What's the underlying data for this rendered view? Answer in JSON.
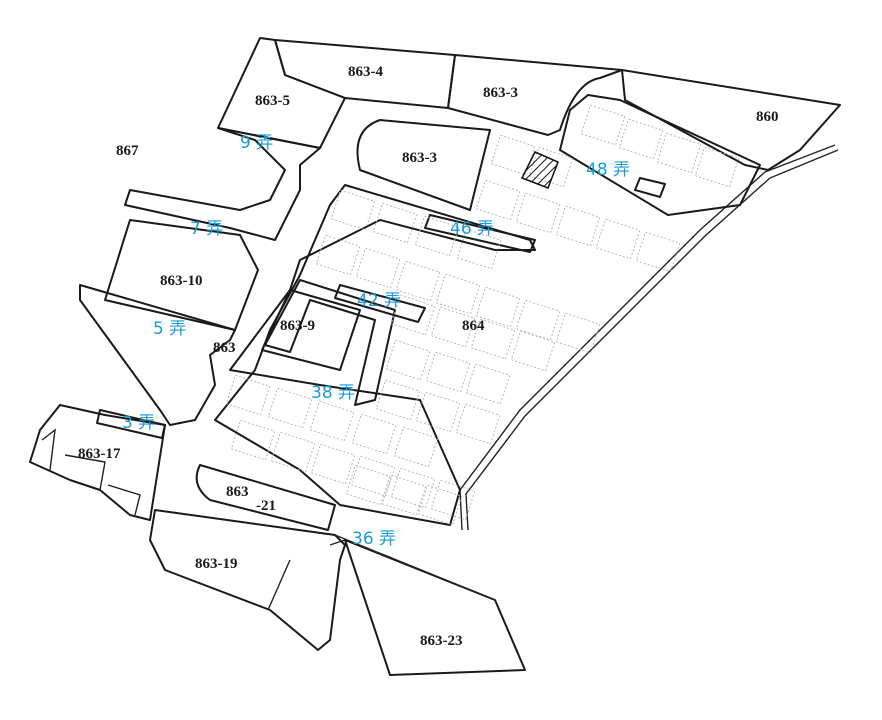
{
  "parcels": {
    "p863_4": "863-4",
    "p863_5": "863-5",
    "p863_3_top": "863-3",
    "p863_3_mid": "863-3",
    "p860": "860",
    "p867": "867",
    "p863_10": "863-10",
    "p863_9": "863-9",
    "p864": "864",
    "p863": "863",
    "p863_17": "863-17",
    "p863_21_a": "863",
    "p863_21_b": "-21",
    "p863_19": "863-19",
    "p863_23": "863-23"
  },
  "alleys": {
    "a9": "9 弄",
    "a7": "7 弄",
    "a5": "5 弄",
    "a3": "3 弄",
    "a48": "48 弄",
    "a46": "46 弄",
    "a42": "42 弄",
    "a38": "38 弄",
    "a36": "36 弄"
  },
  "colors": {
    "line": "#1a1a1a",
    "alley_label": "#1a9ad6",
    "house_outline": "#b0b0b0"
  }
}
